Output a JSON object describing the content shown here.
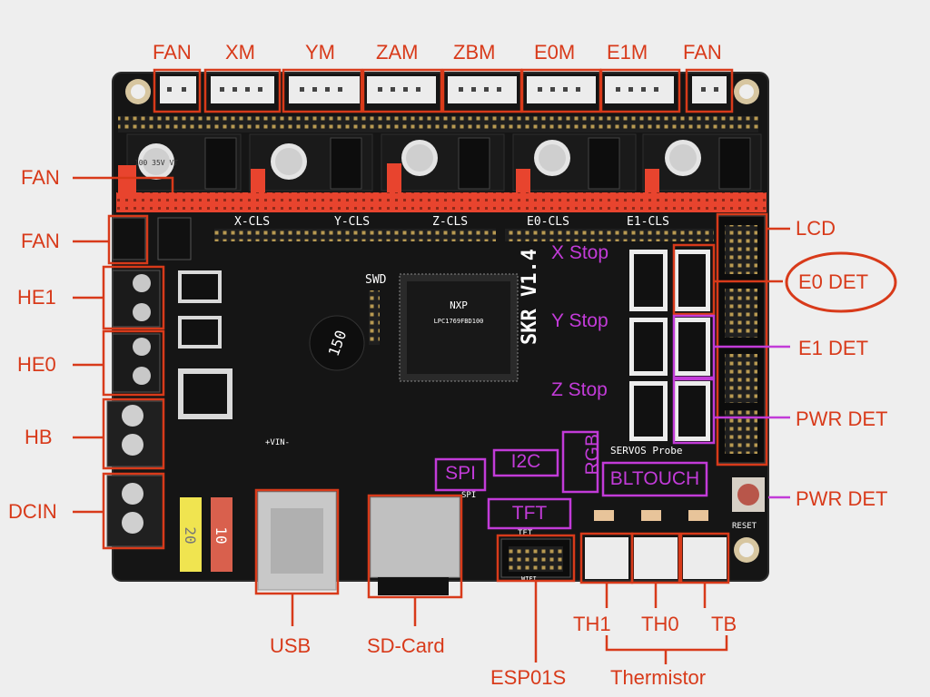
{
  "colors": {
    "background": "#eeeeee",
    "pcb": "#151515",
    "callout_red": "#d83a1a",
    "callout_purple": "#c23bd8",
    "header_red": "#e8442e",
    "connector_white": "#ececec"
  },
  "top_labels": [
    "FAN",
    "XM",
    "YM",
    "ZAM",
    "ZBM",
    "E0M",
    "E1M",
    "FAN"
  ],
  "left_labels": [
    "FAN",
    "FAN",
    "HE1",
    "HE0",
    "HB",
    "DCIN"
  ],
  "right_labels": [
    "LCD",
    "E0 DET",
    "E1 DET",
    "PWR DET",
    "PWR DET"
  ],
  "bottom_labels": {
    "usb": "USB",
    "sd": "SD-Card",
    "esp": "ESP01S",
    "th1": "TH1",
    "th0": "TH0",
    "tb": "TB",
    "thermistor": "Thermistor"
  },
  "board_labels": {
    "x_stop": "X Stop",
    "y_stop": "Y Stop",
    "z_stop": "Z Stop",
    "spi": "SPI",
    "i2c": "I2C",
    "rgb": "RGB",
    "bltouch": "BLTOUCH",
    "tft": "TFT"
  },
  "silkscreen": {
    "x_cls": "X-CLS",
    "y_cls": "Y-CLS",
    "z_cls": "Z-CLS",
    "e0_cls": "E0-CLS",
    "e1_cls": "E1-CLS",
    "swd": "SWD",
    "servos_probe": "SERVOS Probe",
    "reset": "RESET",
    "chip_brand": "NXP",
    "chip_part": "LPC1769FBD100",
    "inductor": "150",
    "fuse1": "20",
    "fuse2": "10",
    "cap": "100 35V VT",
    "board_name": "SKR V1.4",
    "spi_small": "SPI",
    "tft_small": "TFT",
    "wifi": "WIFI",
    "vin": "+VIN-"
  }
}
